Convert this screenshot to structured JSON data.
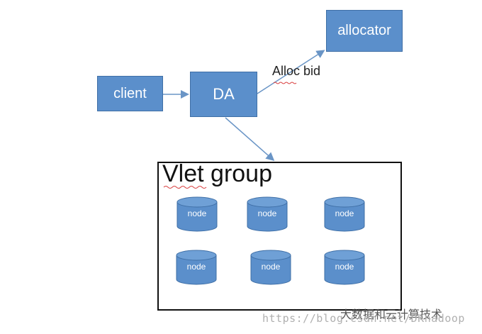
{
  "nodes": {
    "client": "client",
    "da": "DA",
    "allocator": "allocator"
  },
  "edge_label": "Alloc bid",
  "group": {
    "title": "Vlet group",
    "node_label": "node",
    "members": [
      "node",
      "node",
      "node",
      "node",
      "node",
      "node"
    ]
  },
  "watermark": {
    "url": "https://blog.csdn.net/DKhadoop",
    "wechat": "大数据和云计算技术"
  },
  "colors": {
    "box_fill": "#5b8fcb",
    "box_border": "#3f6fa6",
    "arrow": "#6a95c6",
    "cylinder_fill": "#5b8fcb",
    "cylinder_top": "#6fa0d6",
    "cylinder_stroke": "#3f6fa6"
  }
}
